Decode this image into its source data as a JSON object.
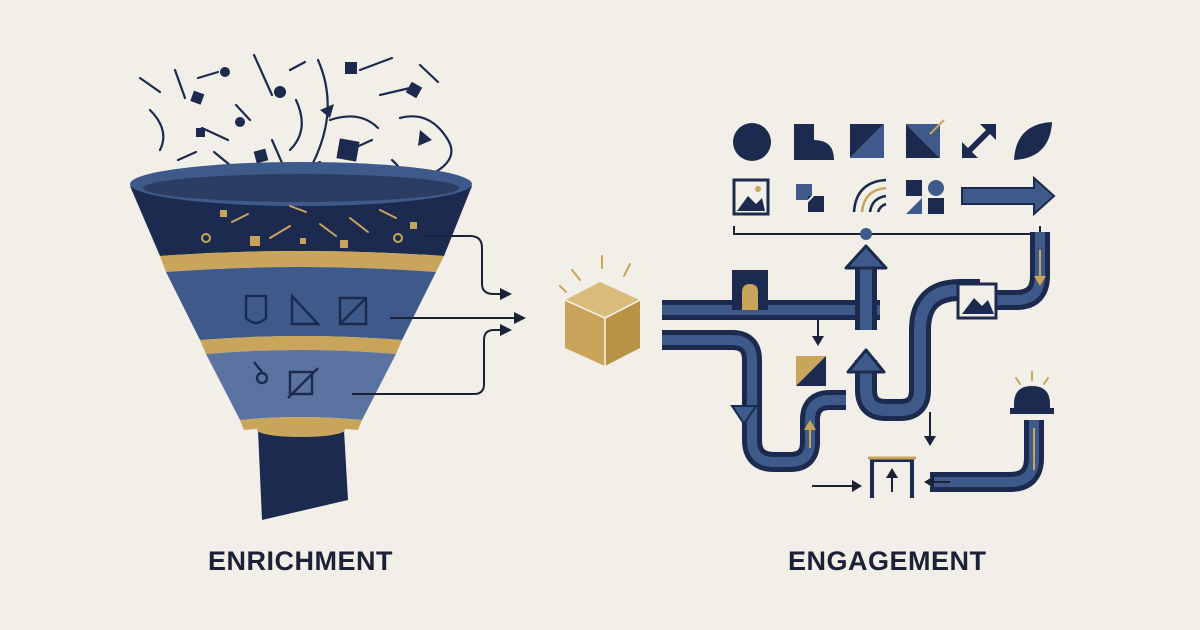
{
  "labels": {
    "left": "ENRICHMENT",
    "right": "ENGAGEMENT"
  },
  "colors": {
    "background": "#F2EFE8",
    "navy": "#1B2A4E",
    "slate": "#3E5A8A",
    "steel": "#5B73A0",
    "gold": "#C9A55C",
    "ink": "#1B2238"
  },
  "icons": [
    "confetti-shapes",
    "funnel",
    "arrow-connector",
    "gold-cube",
    "circle-icon",
    "quarter-circle-icon",
    "split-square-icon",
    "triangle-square-icon",
    "diagonal-arrow-icon",
    "leaf-icon",
    "image-icon",
    "overlap-squares-icon",
    "signal-icon",
    "grid-shapes-icon",
    "right-arrow-icon",
    "pipe-network",
    "gateway-icon",
    "bell-icon"
  ]
}
